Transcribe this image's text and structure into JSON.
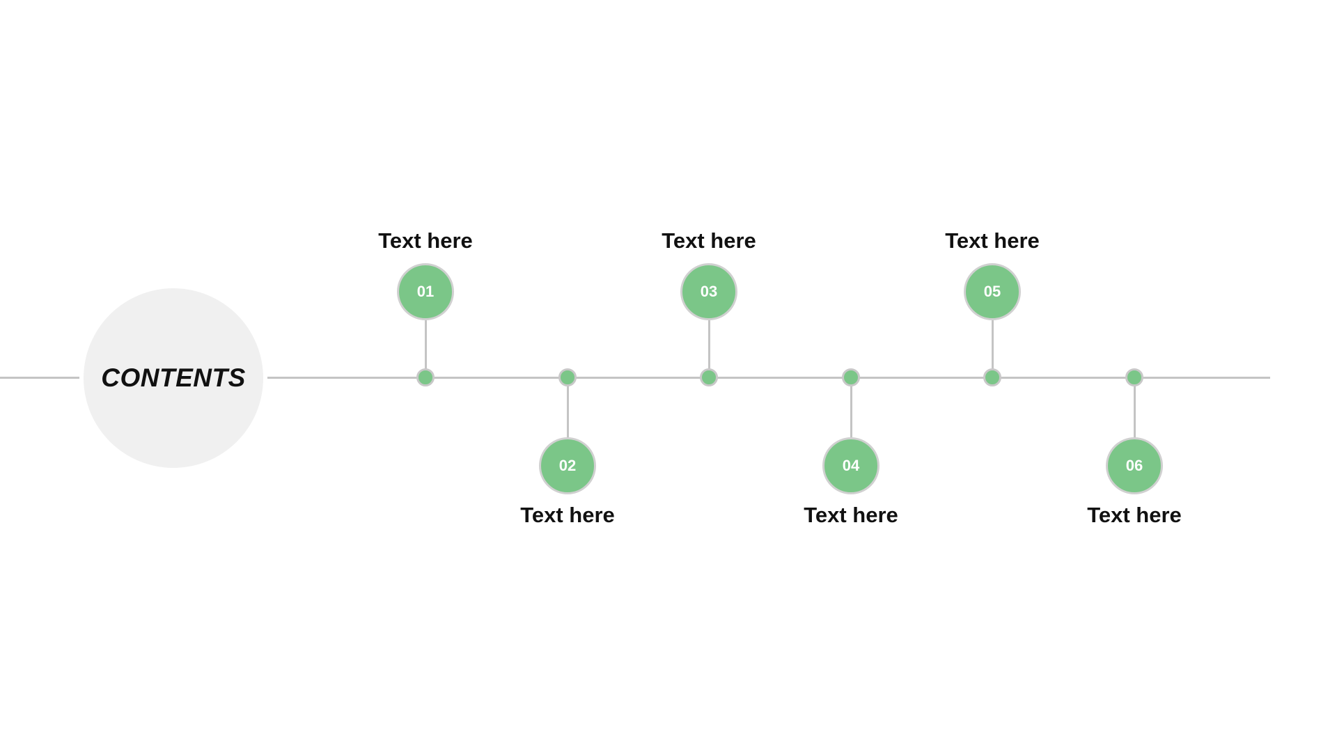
{
  "center": {
    "title": "CONTENTS"
  },
  "colors": {
    "accent": "#7bc688",
    "line": "#c4c4c4",
    "circle_bg": "#f0f0f0"
  },
  "items": [
    {
      "number": "01",
      "label": "Text here"
    },
    {
      "number": "02",
      "label": "Text here"
    },
    {
      "number": "03",
      "label": "Text here"
    },
    {
      "number": "04",
      "label": "Text here"
    },
    {
      "number": "05",
      "label": "Text here"
    },
    {
      "number": "06",
      "label": "Text here"
    }
  ]
}
